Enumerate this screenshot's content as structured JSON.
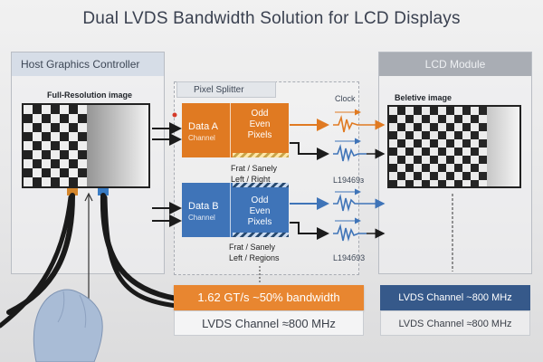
{
  "title": "Dual LVDS Bandwidth Solution for LCD Displays",
  "host": {
    "header": "Host Graphics Controller",
    "image_caption": "Full-Resolution image"
  },
  "splitter": {
    "label": "Pixel Splitter",
    "channel_a": {
      "name": "Data A",
      "sub": "Channel",
      "pixels": [
        "Odd",
        "Even",
        "Pixels"
      ]
    },
    "channel_b": {
      "name": "Data B",
      "sub": "Channel",
      "pixels": [
        "Odd",
        "Even",
        "Pixels"
      ]
    },
    "regions_a": [
      "Frat",
      "Sanely",
      "Left",
      "Right"
    ],
    "regions_b": [
      "Frat",
      "Sanely",
      "Left",
      "Regions"
    ]
  },
  "signals": {
    "clock_label": "Clock",
    "code_a": "L19469з",
    "code_b": "L194б93"
  },
  "lcd": {
    "header": "LCD Module",
    "image_caption": "Beletive image"
  },
  "footer": {
    "bandwidth": "1.62 GT/s ~50% bandwidth",
    "lvds_left": "LVDS Channel ≈800 MHz",
    "lvds_right_top": "LVDS Channel ~800 MHz",
    "lvds_right_bottom": "LVDS Channel ≈800 MHz"
  },
  "colors": {
    "channel_a": "#e07a22",
    "channel_b": "#3f74b8",
    "signal_a": "#e07a22",
    "signal_b": "#3f74b8"
  }
}
